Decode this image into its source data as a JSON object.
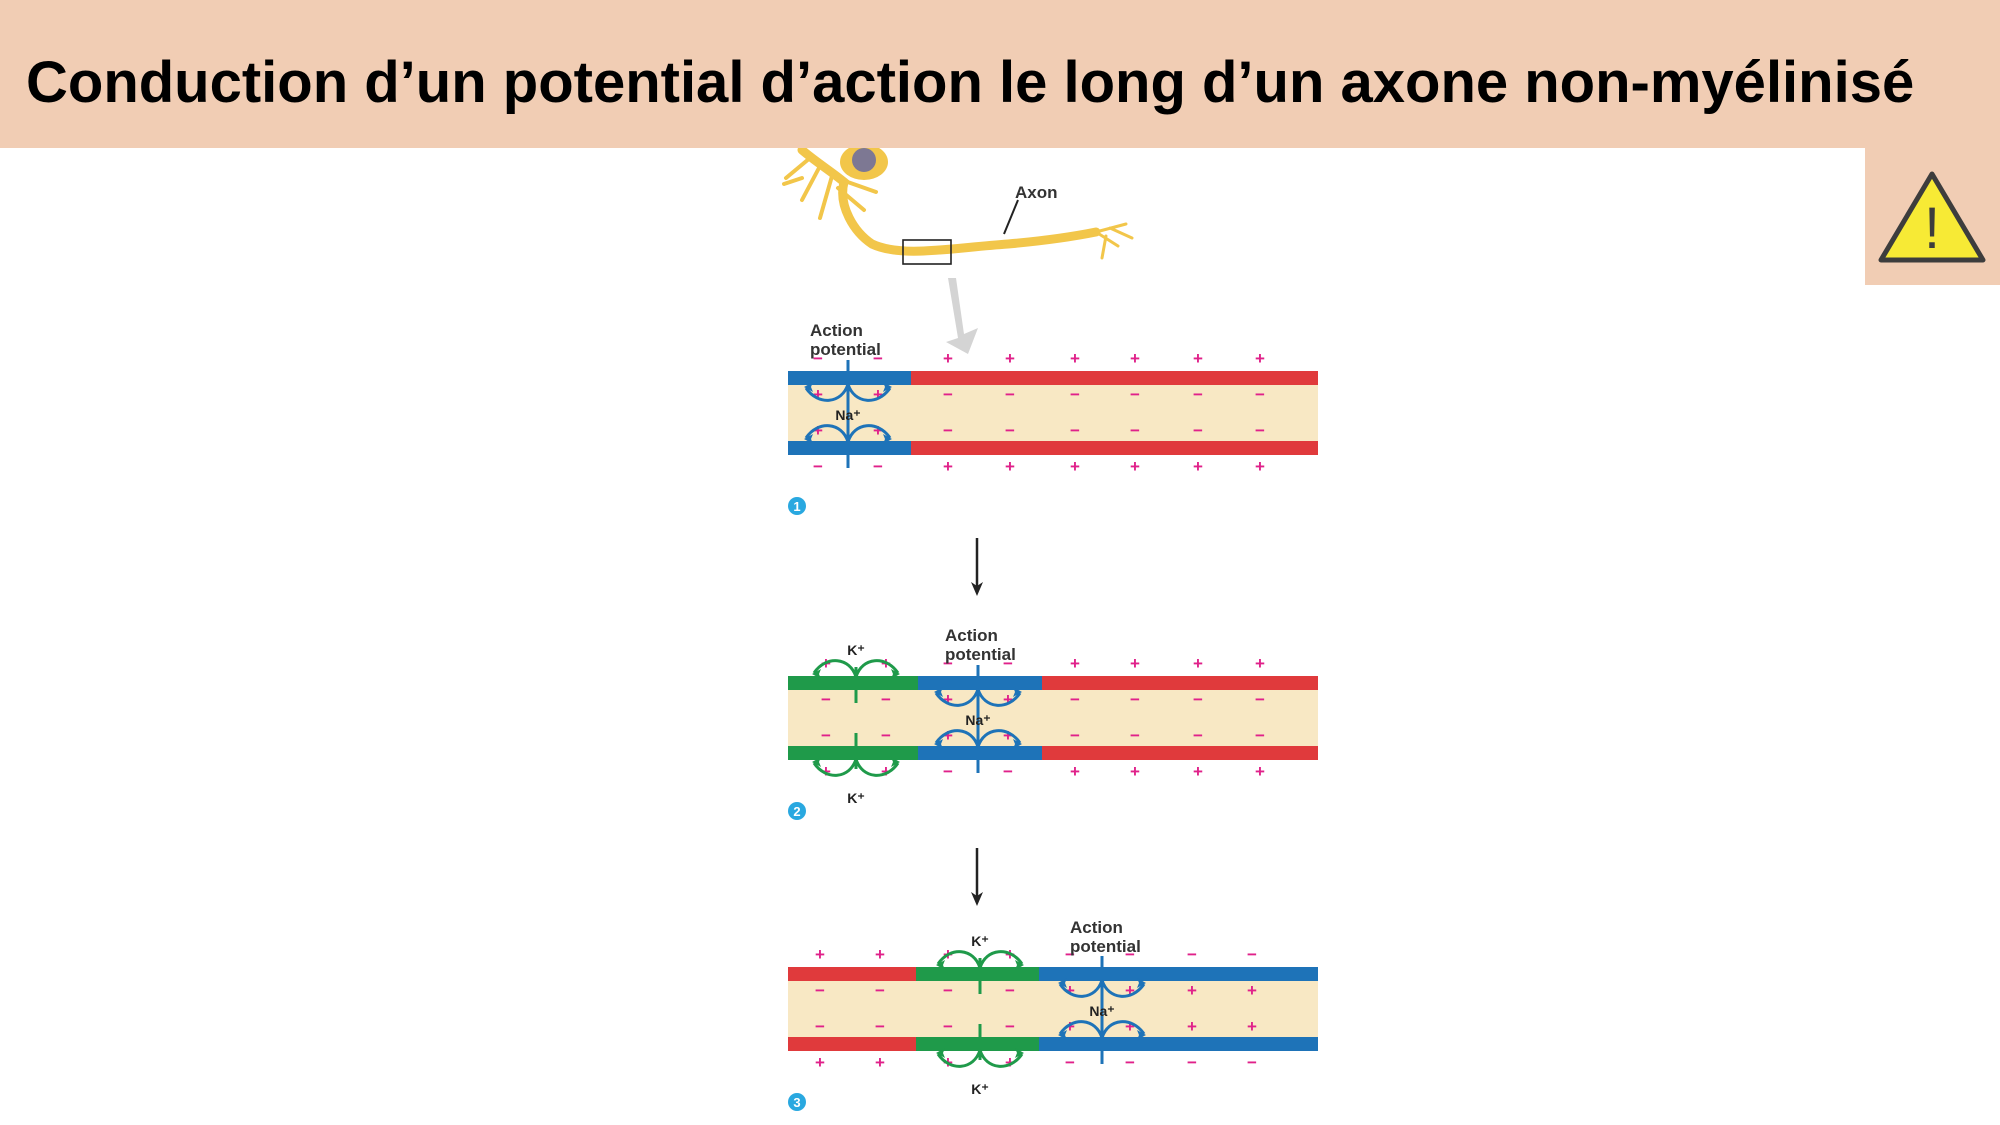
{
  "title": "Conduction d’un potential d’action le long d’un axone non-myélinisé",
  "warning": {
    "icon": "warning-triangle-icon",
    "symbol": "!"
  },
  "diagram": {
    "axon_label": "Axon",
    "ap_line1": "Action",
    "ap_line2": "potential",
    "na_label": "Na⁺",
    "k_label": "K⁺",
    "plus": "+",
    "minus": "−",
    "steps": [
      "1",
      "2",
      "3"
    ]
  },
  "colors": {
    "header_bg": "#f1cdb4",
    "axon_fill": "#f8e8c4",
    "resting_membrane": "#e03a3c",
    "depolarized_membrane": "#1e73b8",
    "repolarizing_membrane": "#1f9a4a",
    "charge_sign": "#e0218a",
    "neuron": "#f2c64a",
    "step_badge": "#29a8e0",
    "warning_fill": "#f7ea35"
  }
}
